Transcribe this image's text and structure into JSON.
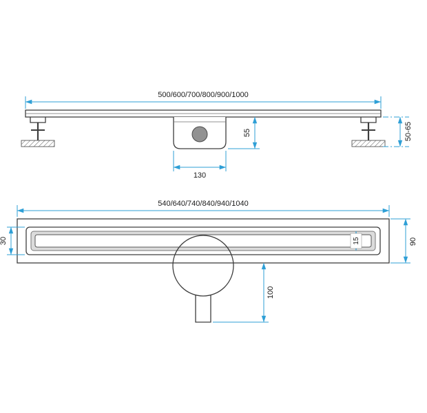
{
  "colors": {
    "dimension": "#2e9fd6",
    "outline": "#3d3d3d"
  },
  "side_view": {
    "length": "500/600/700/800/900/1000",
    "trap_depth": "55",
    "trap_width": "130",
    "feet_height_range": "50-65"
  },
  "plan_view": {
    "length": "540/640/740/840/940/1040",
    "channel_width": "30",
    "slot_width": "15",
    "body_width": "90",
    "outlet_drop": "100"
  }
}
